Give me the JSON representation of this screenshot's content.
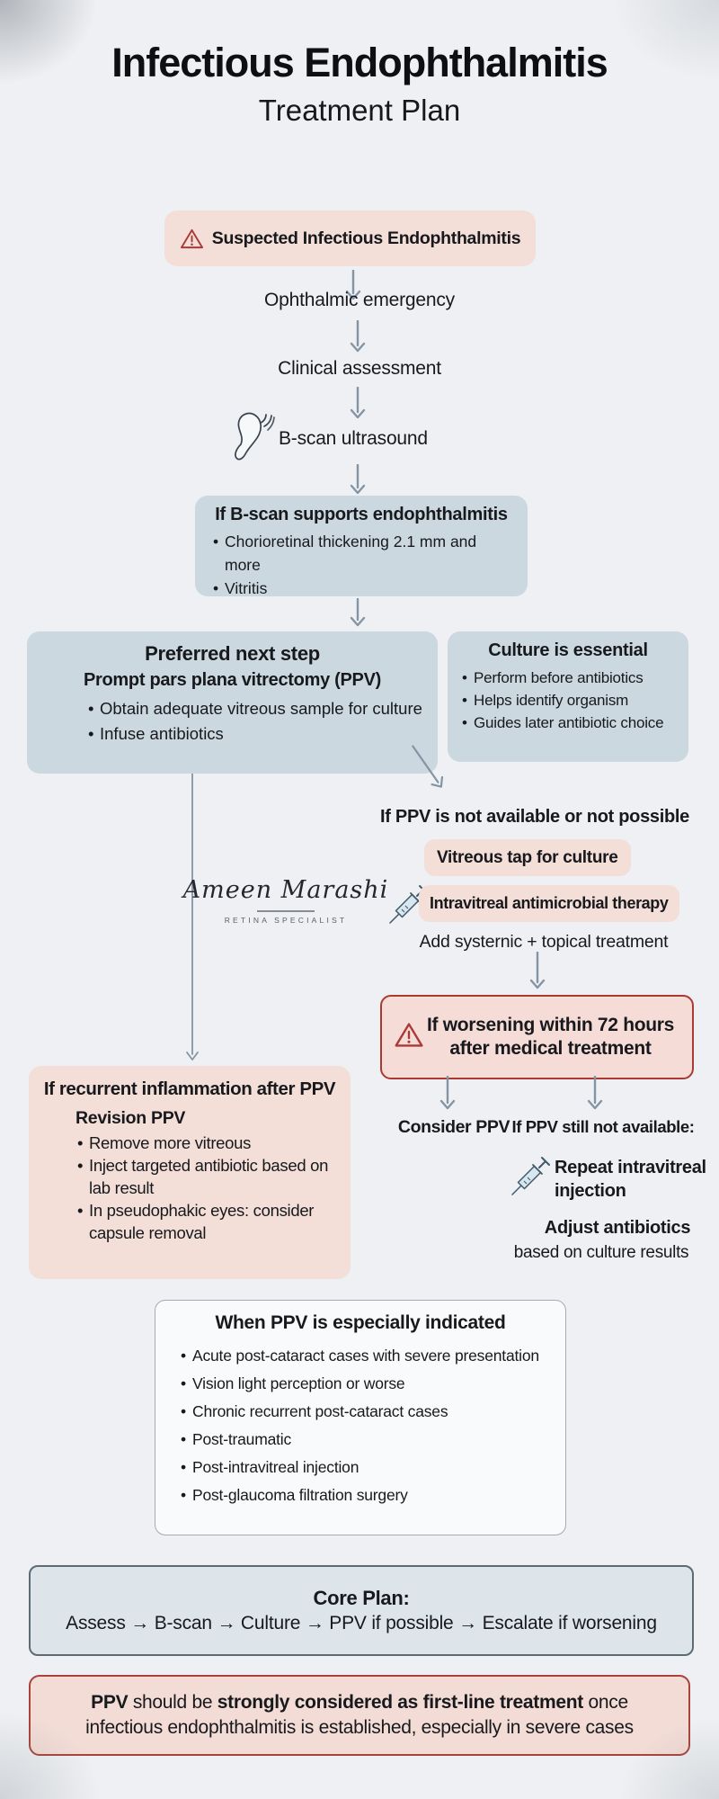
{
  "page": {
    "title": "Infectious Endophthalmitis",
    "subtitle": "Treatment Plan"
  },
  "flow": {
    "suspected": "Suspected Infectious Endophthalmitis",
    "emergency": "Ophthalmic emergency",
    "assessment": "Clinical assessment",
    "bscan": "B-scan ultrasound"
  },
  "bscan_box": {
    "title": "If B-scan supports endophthalmitis",
    "bullets": [
      "Chorioretinal thickening 2.1 mm and more",
      "Vitritis"
    ]
  },
  "preferred_box": {
    "title": "Preferred next step",
    "subtitle": "Prompt pars plana vitrectomy (PPV)",
    "bullets": [
      "Obtain adequate vitreous sample for culture",
      "Infuse antibiotics"
    ]
  },
  "culture_box": {
    "title": "Culture is essential",
    "bullets": [
      "Perform before antibiotics",
      "Helps identify organism",
      "Guides later antibiotic choice"
    ]
  },
  "signature": {
    "name": "Ameen Marashi",
    "role": "RETINA SPECIALIST"
  },
  "no_ppv": {
    "heading": "If PPV is not available or not possible",
    "tap": "Vitreous tap for culture",
    "injection": "Intravitreal antimicrobial therapy",
    "addon": "Add systernic + topical treatment"
  },
  "worsening_box": {
    "line1": "If worsening within 72 hours",
    "line2": "after medical treatment"
  },
  "branches": {
    "consider": "Consider PPV",
    "unavailable": "If PPV still not available:",
    "repeat_line1": "Repeat intravitreal",
    "repeat_line2": "injection",
    "adjust": "Adjust antibiotics",
    "adjust_note": "based on culture results"
  },
  "recurrent_box": {
    "title": "If recurrent inflammation after PPV",
    "subtitle": "Revision PPV",
    "bullets": [
      "Remove more vitreous",
      "Inject targeted antibiotic based on lab result",
      "In pseudophakic eyes: consider capsule removal"
    ]
  },
  "indicated_box": {
    "title": "When PPV is especially indicated",
    "bullets": [
      "Acute post-cataract cases with severe presentation",
      "Vision light perception or worse",
      "Chronic recurrent post-cataract cases",
      "Post-traumatic",
      "Post-intravitreal injection",
      "Post-glaucoma filtration surgery"
    ]
  },
  "core_box": {
    "title": "Core Plan:",
    "sequence": "Assess → B-scan → Culture → PPV if possible → Escalate if worsening"
  },
  "footer_box": {
    "segments": [
      {
        "text": "PPV",
        "bold": true
      },
      {
        "text": " should be ",
        "bold": false
      },
      {
        "text": "strongly considered as first-line treatment",
        "bold": true
      },
      {
        "text": " once infectious endophthalmitis is established, especially in severe cases",
        "bold": false
      }
    ]
  },
  "colors": {
    "background": "#eef0f3",
    "box_blue": "#ccd8df",
    "box_pink": "#f3ded8",
    "alert_red": "#a93a33",
    "arrow_gray": "#8494a4"
  }
}
